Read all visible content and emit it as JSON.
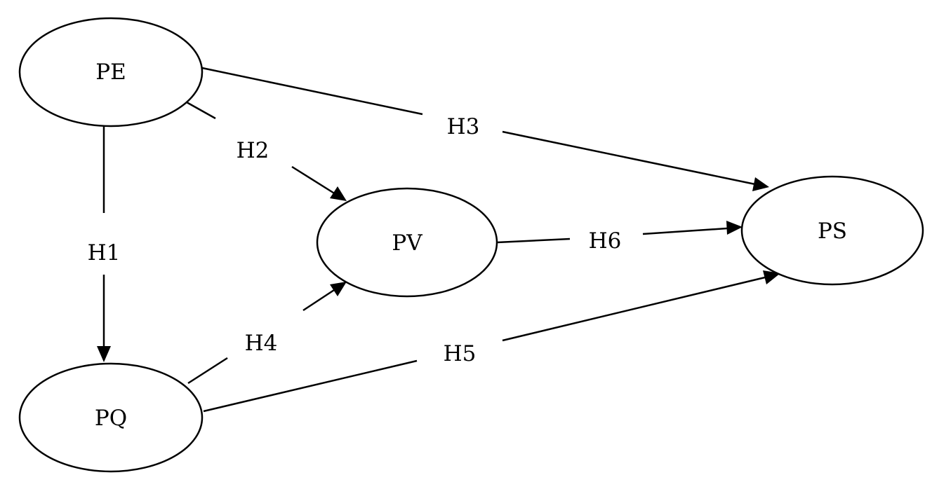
{
  "nodes": {
    "pe": {
      "label": "PE"
    },
    "pq": {
      "label": "PQ"
    },
    "pv": {
      "label": "PV"
    },
    "ps": {
      "label": "PS"
    }
  },
  "edges": {
    "h1": {
      "label": "H1",
      "from": "PE",
      "to": "PQ"
    },
    "h2": {
      "label": "H2",
      "from": "PE",
      "to": "PV"
    },
    "h3": {
      "label": "H3",
      "from": "PE",
      "to": "PS"
    },
    "h4": {
      "label": "H4",
      "from": "PQ",
      "to": "PV"
    },
    "h5": {
      "label": "H5",
      "from": "PQ",
      "to": "PS"
    },
    "h6": {
      "label": "H6",
      "from": "PV",
      "to": "PS"
    }
  },
  "colors": {
    "stroke": "#000000",
    "background": "#ffffff"
  }
}
